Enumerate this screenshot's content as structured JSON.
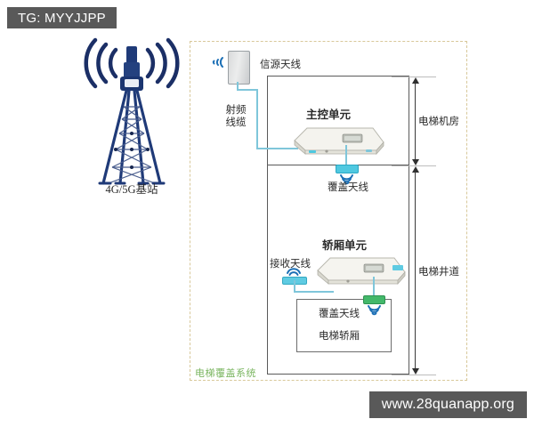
{
  "watermarks": {
    "top_left": "TG: MYYJJPP",
    "bottom_right": "www.28quanapp.org"
  },
  "base_station": {
    "label": "4G/5G基站",
    "icon": "cell-tower-icon",
    "signal_icon": "signal-waves-icon",
    "color": "#1f3a78"
  },
  "system": {
    "label": "电梯覆盖系统",
    "label_color": "#7bb661",
    "border_color": "#d8c89a"
  },
  "zones": {
    "machine_room": "电梯机房",
    "shaft": "电梯井道",
    "elevator_car": "电梯轿厢"
  },
  "components": {
    "source_antenna": {
      "label": "信源天线",
      "icon": "panel-antenna-icon"
    },
    "rf_cable": {
      "label": "射频线缆",
      "color": "#7fc6da"
    },
    "main_unit": {
      "label": "主控单元",
      "icon": "main-control-unit-icon"
    },
    "coverage_antenna_machine_room": {
      "label": "覆盖天线",
      "color": "#4fc8e0"
    },
    "car_unit": {
      "label": "轿厢单元",
      "icon": "car-unit-icon"
    },
    "receiving_antenna": {
      "label": "接收天线",
      "color": "#5fcbe2"
    },
    "coverage_antenna_car": {
      "label": "覆盖天线",
      "color": "#43b86a"
    }
  }
}
